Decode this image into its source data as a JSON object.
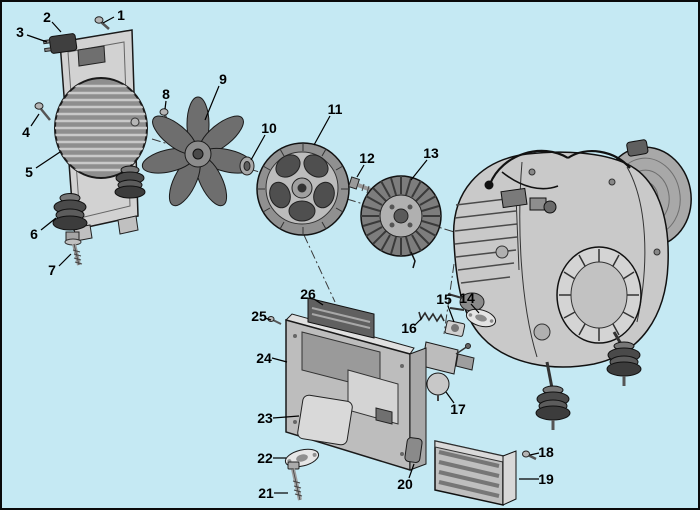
{
  "figure": {
    "type": "exploded-parts-diagram",
    "background_color": "#c5e9f3",
    "border_color": "#0a0a0a",
    "label_color": "#000000",
    "part_count": 26,
    "callouts": [
      {
        "id": "1",
        "text": [
          119,
          13
        ],
        "line": [
          112,
          15,
          101,
          21
        ]
      },
      {
        "id": "2",
        "text": [
          45,
          15
        ],
        "line": [
          50,
          20,
          59,
          30
        ]
      },
      {
        "id": "3",
        "text": [
          18,
          30
        ],
        "line": [
          25,
          33,
          45,
          40
        ]
      },
      {
        "id": "4",
        "text": [
          24,
          130
        ],
        "line": [
          29,
          124,
          37,
          112
        ]
      },
      {
        "id": "5",
        "text": [
          27,
          170
        ],
        "line": [
          34,
          166,
          58,
          150
        ]
      },
      {
        "id": "6",
        "text": [
          32,
          232
        ],
        "line": [
          39,
          228,
          54,
          216
        ]
      },
      {
        "id": "7",
        "text": [
          50,
          268
        ],
        "line": [
          57,
          264,
          69,
          252
        ]
      },
      {
        "id": "8",
        "text": [
          164,
          92
        ],
        "line": [
          164,
          99,
          163,
          107
        ]
      },
      {
        "id": "9",
        "text": [
          221,
          77
        ],
        "line": [
          217,
          84,
          203,
          118
        ]
      },
      {
        "id": "10",
        "text": [
          267,
          126
        ],
        "line": [
          263,
          133,
          249,
          158
        ]
      },
      {
        "id": "11",
        "text": [
          333,
          107
        ],
        "line": [
          328,
          114,
          312,
          143
        ]
      },
      {
        "id": "12",
        "text": [
          365,
          156
        ],
        "line": [
          362,
          163,
          355,
          175
        ]
      },
      {
        "id": "13",
        "text": [
          429,
          151
        ],
        "line": [
          425,
          158,
          409,
          178
        ]
      },
      {
        "id": "14",
        "text": [
          465,
          296
        ],
        "line": [
          469,
          302,
          477,
          311
        ]
      },
      {
        "id": "15",
        "text": [
          442,
          297
        ],
        "line": [
          446,
          304,
          452,
          320
        ]
      },
      {
        "id": "16",
        "text": [
          407,
          326
        ],
        "line": [
          413,
          323,
          420,
          316
        ]
      },
      {
        "id": "17",
        "text": [
          456,
          407
        ],
        "line": [
          452,
          401,
          444,
          390
        ]
      },
      {
        "id": "18",
        "text": [
          544,
          450
        ],
        "line": [
          537,
          451,
          528,
          453
        ]
      },
      {
        "id": "19",
        "text": [
          544,
          477
        ],
        "line": [
          537,
          477,
          517,
          477
        ]
      },
      {
        "id": "20",
        "text": [
          403,
          482
        ],
        "line": [
          407,
          476,
          412,
          462
        ]
      },
      {
        "id": "21",
        "text": [
          264,
          491
        ],
        "line": [
          272,
          491,
          286,
          491
        ]
      },
      {
        "id": "22",
        "text": [
          263,
          456
        ],
        "line": [
          271,
          456,
          284,
          456
        ]
      },
      {
        "id": "23",
        "text": [
          263,
          416
        ],
        "line": [
          271,
          416,
          297,
          414
        ]
      },
      {
        "id": "24",
        "text": [
          262,
          356
        ],
        "line": [
          270,
          356,
          285,
          360
        ]
      },
      {
        "id": "25",
        "text": [
          257,
          314
        ],
        "line": [
          263,
          316,
          269,
          318
        ]
      },
      {
        "id": "26",
        "text": [
          306,
          292
        ],
        "line": [
          312,
          297,
          321,
          303
        ]
      }
    ]
  }
}
